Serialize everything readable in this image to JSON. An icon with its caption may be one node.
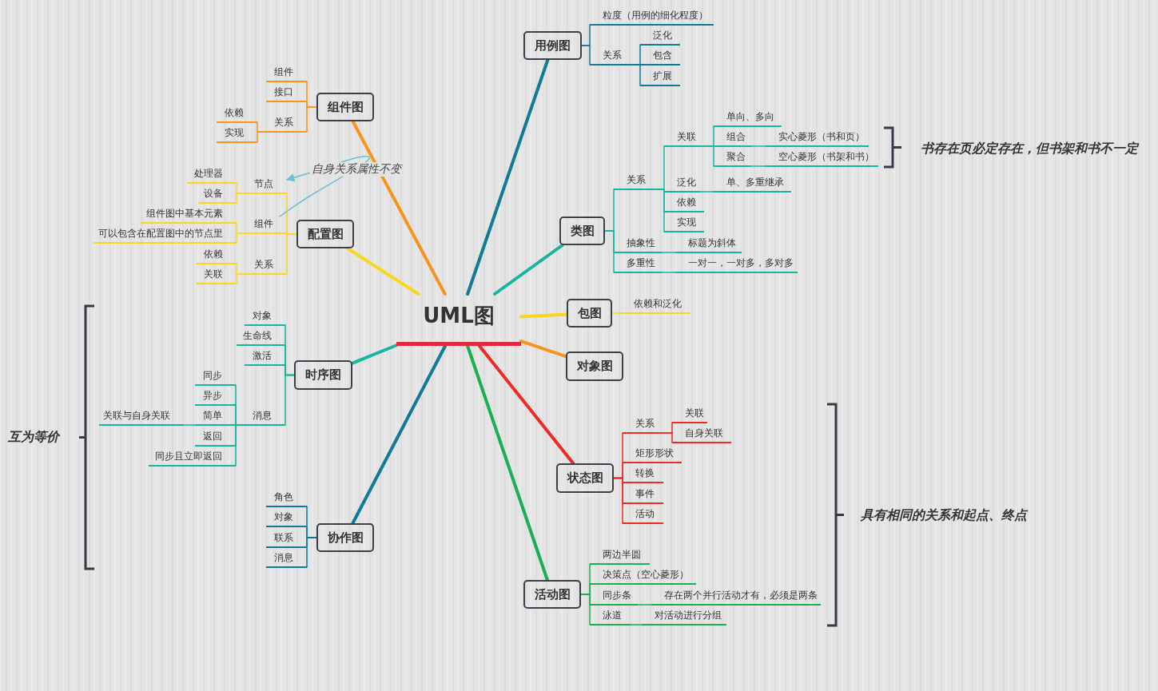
{
  "diagram": {
    "nodes": [
      {
        "text": [
          "UML图"
        ]
      },
      {
        "text": [
          "用例图"
        ]
      },
      {
        "text": [
          "组件图"
        ]
      },
      {
        "text": [
          "配置图"
        ]
      },
      {
        "text": [
          "类图"
        ]
      },
      {
        "text": [
          "包图"
        ]
      },
      {
        "text": [
          "对象图"
        ]
      },
      {
        "text": [
          "时序图"
        ]
      },
      {
        "text": [
          "状态图"
        ]
      },
      {
        "text": [
          "协作图"
        ]
      },
      {
        "text": [
          "活动图"
        ]
      },
      {
        "text": [
          "粒度（用例的细化程度）"
        ]
      },
      {
        "text": [
          "关系"
        ]
      },
      {
        "text": [
          "泛化"
        ]
      },
      {
        "text": [
          "包含"
        ]
      },
      {
        "text": [
          "扩展"
        ]
      },
      {
        "text": [
          "关系"
        ]
      },
      {
        "text": [
          "关联"
        ]
      },
      {
        "text": [
          "泛化"
        ]
      },
      {
        "text": [
          "依赖"
        ]
      },
      {
        "text": [
          "实现"
        ]
      },
      {
        "text": [
          "单向、多向"
        ]
      },
      {
        "text": [
          "组合"
        ]
      },
      {
        "text": [
          "聚合"
        ]
      },
      {
        "text": [
          "实心菱形（书和页）"
        ]
      },
      {
        "text": [
          "空心菱形（书架和书）"
        ]
      },
      {
        "text": [
          "单、多重继承"
        ]
      },
      {
        "text": [
          "抽象性"
        ]
      },
      {
        "text": [
          "标题为斜体"
        ]
      },
      {
        "text": [
          "多重性"
        ]
      },
      {
        "text": [
          "一对一，一对多，多对多"
        ]
      },
      {
        "text": [
          "依赖和泛化"
        ]
      },
      {
        "text": [
          "关系"
        ]
      },
      {
        "text": [
          "关联"
        ]
      },
      {
        "text": [
          "自身关联"
        ]
      },
      {
        "text": [
          "矩形形状"
        ]
      },
      {
        "text": [
          "转换"
        ]
      },
      {
        "text": [
          "事件"
        ]
      },
      {
        "text": [
          "活动"
        ]
      },
      {
        "text": [
          "两边半圆"
        ]
      },
      {
        "text": [
          "决策点（空心菱形）"
        ]
      },
      {
        "text": [
          "同步条"
        ]
      },
      {
        "text": [
          "存在两个并行活动才有，必须是两条"
        ]
      },
      {
        "text": [
          "泳道"
        ]
      },
      {
        "text": [
          "对活动进行分组"
        ]
      },
      {
        "text": [
          "组件"
        ]
      },
      {
        "text": [
          "接口"
        ]
      },
      {
        "text": [
          "关系"
        ]
      },
      {
        "text": [
          "依赖"
        ]
      },
      {
        "text": [
          "实现"
        ]
      },
      {
        "text": [
          "节点"
        ]
      },
      {
        "text": [
          "处理器"
        ]
      },
      {
        "text": [
          "设备"
        ]
      },
      {
        "text": [
          "组件"
        ]
      },
      {
        "text": [
          "组件图中基本元素"
        ]
      },
      {
        "text": [
          "可以包含在配置图中的节点里"
        ]
      },
      {
        "text": [
          "关系"
        ]
      },
      {
        "text": [
          "依赖"
        ]
      },
      {
        "text": [
          "关联"
        ]
      },
      {
        "text": [
          "对象"
        ]
      },
      {
        "text": [
          "生命线"
        ]
      },
      {
        "text": [
          "激活"
        ]
      },
      {
        "text": [
          "消息"
        ]
      },
      {
        "text": [
          "同步"
        ]
      },
      {
        "text": [
          "异步"
        ]
      },
      {
        "text": [
          "简单"
        ]
      },
      {
        "text": [
          "关联与自身关联"
        ]
      },
      {
        "text": [
          "返回"
        ]
      },
      {
        "text": [
          "同步且立即返回"
        ]
      },
      {
        "text": [
          "角色"
        ]
      },
      {
        "text": [
          "对象"
        ]
      },
      {
        "text": [
          "联系"
        ]
      },
      {
        "text": [
          "消息"
        ]
      }
    ],
    "edges": [
      {
        "from": 0,
        "to": 1,
        "arrow": "none",
        "style": "thick",
        "color": "#117a97"
      },
      {
        "from": 0,
        "to": 2,
        "arrow": "none",
        "style": "thick",
        "color": "#f7941d"
      },
      {
        "from": 0,
        "to": 3,
        "arrow": "none",
        "style": "thick",
        "color": "#f9d71c"
      },
      {
        "from": 0,
        "to": 4,
        "arrow": "none",
        "style": "thick",
        "color": "#17b59e"
      },
      {
        "from": 0,
        "to": 5,
        "arrow": "none",
        "style": "thick",
        "color": "#f9d71c"
      },
      {
        "from": 0,
        "to": 6,
        "arrow": "none",
        "style": "thick",
        "color": "#f7941d"
      },
      {
        "from": 0,
        "to": 7,
        "arrow": "none",
        "style": "thick",
        "color": "#17b59e"
      },
      {
        "from": 0,
        "to": 8,
        "arrow": "none",
        "style": "thick",
        "color": "#ee2a24"
      },
      {
        "from": 0,
        "to": 9,
        "arrow": "none",
        "style": "thick",
        "color": "#117a97"
      },
      {
        "from": 0,
        "to": 10,
        "arrow": "none",
        "style": "thick",
        "color": "#19b04f"
      },
      {
        "from": 1,
        "to": 11,
        "arrow": "none",
        "color": "#117a97"
      },
      {
        "from": 1,
        "to": 12,
        "arrow": "none",
        "color": "#117a97"
      },
      {
        "from": 12,
        "to": 13,
        "arrow": "none",
        "color": "#117a97"
      },
      {
        "from": 12,
        "to": 14,
        "arrow": "none",
        "color": "#117a97"
      },
      {
        "from": 12,
        "to": 15,
        "arrow": "none",
        "color": "#117a97"
      },
      {
        "from": 4,
        "to": 16,
        "arrow": "none",
        "color": "#17b59e"
      },
      {
        "from": 16,
        "to": 17,
        "arrow": "none",
        "color": "#17b59e"
      },
      {
        "from": 16,
        "to": 18,
        "arrow": "none",
        "color": "#17b59e"
      },
      {
        "from": 16,
        "to": 19,
        "arrow": "none",
        "color": "#17b59e"
      },
      {
        "from": 16,
        "to": 20,
        "arrow": "none",
        "color": "#17b59e"
      },
      {
        "from": 17,
        "to": 21,
        "arrow": "none",
        "color": "#17b59e"
      },
      {
        "from": 17,
        "to": 22,
        "arrow": "none",
        "color": "#17b59e"
      },
      {
        "from": 17,
        "to": 23,
        "arrow": "none",
        "color": "#17b59e"
      },
      {
        "from": 22,
        "to": 24,
        "arrow": "none",
        "color": "#17b59e"
      },
      {
        "from": 23,
        "to": 25,
        "arrow": "none",
        "color": "#17b59e"
      },
      {
        "from": 18,
        "to": 26,
        "arrow": "none",
        "color": "#17b59e"
      },
      {
        "from": 4,
        "to": 27,
        "arrow": "none",
        "color": "#17b59e"
      },
      {
        "from": 27,
        "to": 28,
        "arrow": "none",
        "color": "#17b59e"
      },
      {
        "from": 4,
        "to": 29,
        "arrow": "none",
        "color": "#17b59e"
      },
      {
        "from": 29,
        "to": 30,
        "arrow": "none",
        "color": "#17b59e"
      },
      {
        "from": 5,
        "to": 31,
        "arrow": "none",
        "color": "#f9d71c"
      },
      {
        "from": 8,
        "to": 32,
        "arrow": "none",
        "color": "#ee2a24"
      },
      {
        "from": 32,
        "to": 33,
        "arrow": "none",
        "color": "#ee2a24"
      },
      {
        "from": 32,
        "to": 34,
        "arrow": "none",
        "color": "#ee2a24"
      },
      {
        "from": 8,
        "to": 35,
        "arrow": "none",
        "color": "#ee2a24"
      },
      {
        "from": 8,
        "to": 36,
        "arrow": "none",
        "color": "#ee2a24"
      },
      {
        "from": 8,
        "to": 37,
        "arrow": "none",
        "color": "#ee2a24"
      },
      {
        "from": 8,
        "to": 38,
        "arrow": "none",
        "color": "#ee2a24"
      },
      {
        "from": 10,
        "to": 39,
        "arrow": "none",
        "color": "#19b04f"
      },
      {
        "from": 10,
        "to": 40,
        "arrow": "none",
        "color": "#19b04f"
      },
      {
        "from": 10,
        "to": 41,
        "arrow": "none",
        "color": "#19b04f"
      },
      {
        "from": 41,
        "to": 42,
        "arrow": "none",
        "color": "#19b04f"
      },
      {
        "from": 10,
        "to": 43,
        "arrow": "none",
        "color": "#19b04f"
      },
      {
        "from": 43,
        "to": 44,
        "arrow": "none",
        "color": "#19b04f"
      },
      {
        "from": 2,
        "to": 45,
        "arrow": "none",
        "color": "#f7941d"
      },
      {
        "from": 2,
        "to": 46,
        "arrow": "none",
        "color": "#f7941d"
      },
      {
        "from": 2,
        "to": 47,
        "arrow": "none",
        "color": "#f7941d"
      },
      {
        "from": 47,
        "to": 48,
        "arrow": "none",
        "color": "#f7941d"
      },
      {
        "from": 47,
        "to": 49,
        "arrow": "none",
        "color": "#f7941d"
      },
      {
        "from": 3,
        "to": 50,
        "arrow": "none",
        "color": "#f9d71c"
      },
      {
        "from": 50,
        "to": 51,
        "arrow": "none",
        "color": "#f9d71c"
      },
      {
        "from": 50,
        "to": 52,
        "arrow": "none",
        "color": "#f9d71c"
      },
      {
        "from": 3,
        "to": 53,
        "arrow": "none",
        "color": "#f9d71c"
      },
      {
        "from": 53,
        "to": 54,
        "arrow": "none",
        "color": "#f9d71c"
      },
      {
        "from": 53,
        "to": 55,
        "arrow": "none",
        "color": "#f9d71c"
      },
      {
        "from": 3,
        "to": 56,
        "arrow": "none",
        "color": "#f9d71c"
      },
      {
        "from": 56,
        "to": 57,
        "arrow": "none",
        "color": "#f9d71c"
      },
      {
        "from": 56,
        "to": 58,
        "arrow": "none",
        "color": "#f9d71c"
      },
      {
        "from": 7,
        "to": 59,
        "arrow": "none",
        "color": "#17b59e"
      },
      {
        "from": 7,
        "to": 60,
        "arrow": "none",
        "color": "#17b59e"
      },
      {
        "from": 7,
        "to": 61,
        "arrow": "none",
        "color": "#17b59e"
      },
      {
        "from": 7,
        "to": 62,
        "arrow": "none",
        "color": "#17b59e"
      },
      {
        "from": 62,
        "to": 63,
        "arrow": "none",
        "color": "#17b59e"
      },
      {
        "from": 62,
        "to": 64,
        "arrow": "none",
        "color": "#17b59e"
      },
      {
        "from": 62,
        "to": 65,
        "arrow": "none",
        "color": "#17b59e"
      },
      {
        "from": 65,
        "to": 66,
        "arrow": "none",
        "color": "#17b59e"
      },
      {
        "from": 62,
        "to": 67,
        "arrow": "none",
        "color": "#17b59e"
      },
      {
        "from": 62,
        "to": 68,
        "arrow": "none",
        "color": "#17b59e"
      },
      {
        "from": 9,
        "to": 69,
        "arrow": "none",
        "color": "#117a97"
      },
      {
        "from": 9,
        "to": 70,
        "arrow": "none",
        "color": "#117a97"
      },
      {
        "from": 9,
        "to": 71,
        "arrow": "none",
        "color": "#117a97"
      },
      {
        "from": 9,
        "to": 72,
        "arrow": "none",
        "color": "#117a97"
      },
      {
        "from": 53,
        "to": 50,
        "arrow": "to",
        "label": "自身关系属性不变",
        "color": "#6cc0d6"
      }
    ],
    "labels": [
      "书存在页必定存在，但书架和书不一定",
      "互为等价",
      "具有相同的关系和起点、终点"
    ]
  }
}
